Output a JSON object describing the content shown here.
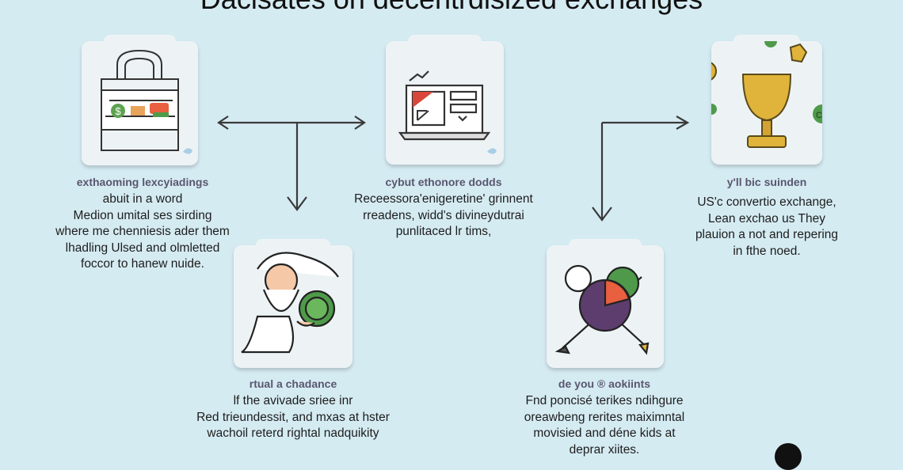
{
  "title": "Dacisates on decentrdisized exchanges",
  "cards": [
    {
      "icon": "shopping-bag-lock-icon",
      "heading": "exthaoming lexcyiadings",
      "lines": [
        "abuit in a word",
        "Medion umital ses sirding",
        "where me chenniesis ader them",
        "lhadling Ulsed and olmletted",
        "foccor to hanew nuide."
      ]
    },
    {
      "icon": "laptop-chart-icon",
      "heading": "cybut ethonore dodds",
      "lines": [
        "Receessora'enigeretine' grinnent",
        "rreadens, widd's divineydutrai",
        "punlitaced lr tims,"
      ]
    },
    {
      "icon": "trophy-coins-icon",
      "heading": "y'll bic suinden",
      "lines": [
        "US'c convertio exchange,",
        "Lean exchao us They",
        "plauion a not and repering",
        "in fthe noed."
      ]
    },
    {
      "icon": "wizard-coin-icon",
      "heading": "rtual a chadance",
      "lines": [
        "lf the avivade sriee inr",
        "Red trieundessit, and mxas at hster",
        "wachoil reterd rightal nadquikity"
      ]
    },
    {
      "icon": "pie-chart-tools-icon",
      "heading": "de you ® aokiints",
      "lines": [
        "Fnd poncisé terikes ndihgure",
        "oreawbeng rerites maiximntal",
        "movisied and déne kids at",
        "deprar xiites."
      ]
    }
  ],
  "colors": {
    "background": "#d5ebf2",
    "card": "#edf3f5",
    "heading": "#5a5670",
    "accent_gold": "#e0b43a",
    "accent_green": "#4f9a4a"
  }
}
